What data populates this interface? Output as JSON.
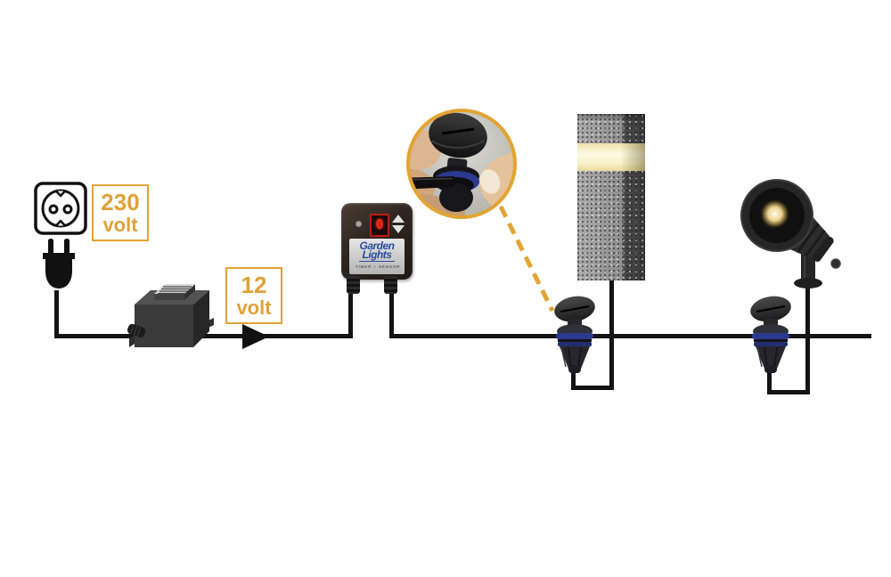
{
  "labels": {
    "mains": {
      "value": "230",
      "unit": "volt"
    },
    "low": {
      "value": "12",
      "unit": "volt"
    }
  },
  "controller": {
    "display_value": "0",
    "brand_top": "Garden",
    "brand_bottom": "Lights",
    "sub_label": "TIMER + SENSOR"
  },
  "colors": {
    "accent_orange": "#E2A433",
    "wire_black": "#141414",
    "connector_blue": "#2B3A8E",
    "glow_warm": "#F8F3C8",
    "brand_blue": "#2A4DA0",
    "display_red": "#FF2A1A",
    "granite_gray": "#9A9A9A"
  },
  "icons": {
    "outlet": "power-outlet-icon",
    "plug": "power-plug-icon",
    "transformer": "transformer-box",
    "controller": "light-controller",
    "display": "seven-segment-display",
    "connector": "cable-connector",
    "bollard": "granite-bollard-light",
    "spotlight": "garden-spotlight",
    "inset_photo": "connector-closeup-photo",
    "flow_arrow": "current-direction-arrow",
    "callout": "dashed-callout-line"
  }
}
